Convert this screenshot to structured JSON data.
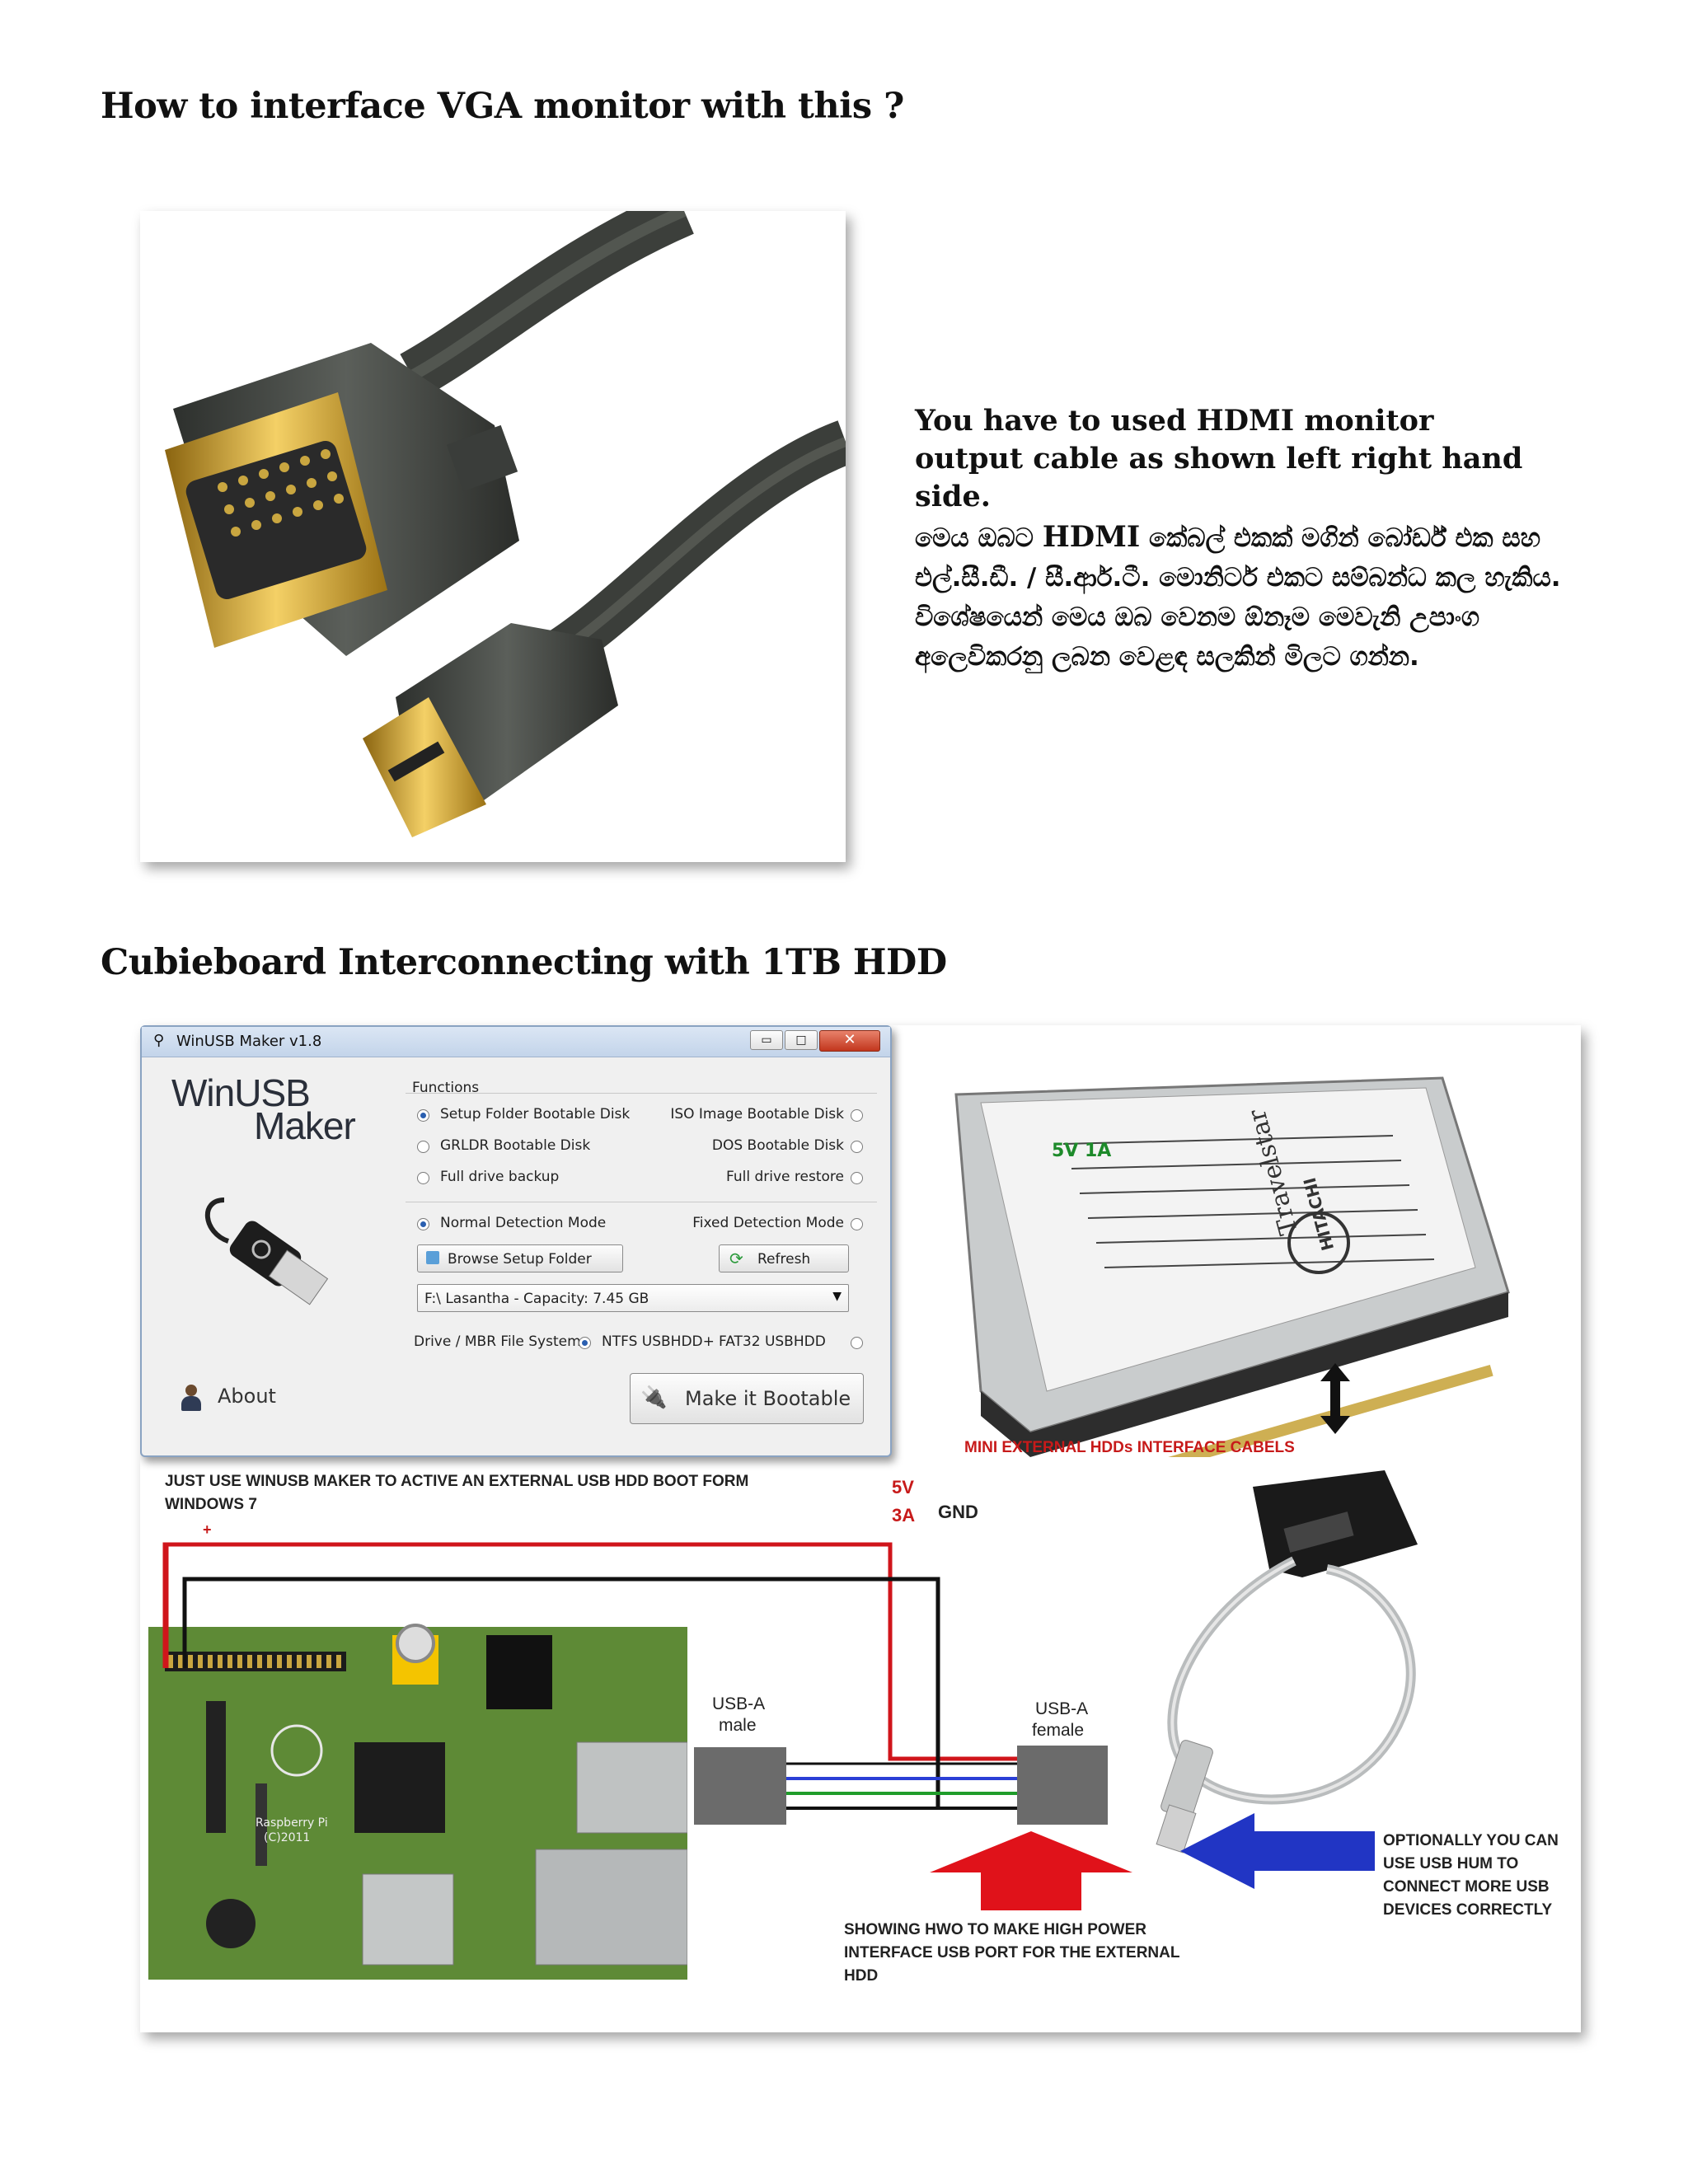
{
  "section1": {
    "heading": "How to interface VGA monitor with this ?",
    "english_text": "You have to used HDMI monitor output cable as shown left right hand side.",
    "sinhala_text_1": "මෙය ඔබට ",
    "sinhala_hdmi": "HDMI",
    "sinhala_text_2": " කේබල් එකක් මගින් බෝර්ඩ් එක සහ එල්.සී.ඩී. / සී.ආර්.ටී. මොනිටර් එකට සම්බන්ධ කල හැකිය. විශේෂයෙන් මෙය ඔබ වෙනම ඕනෑම මෙවැනි උපාංග අලෙවිකරනු ලබන වෙළඳ සලකින් මිලට ගන්න."
  },
  "section2": {
    "heading": "Cubieboard  Interconnecting with 1TB HDD"
  },
  "winusb": {
    "title": "WinUSB Maker v1.8",
    "logo_line1": "WinUSB",
    "logo_line2": "Maker",
    "functions_label": "Functions",
    "opt_setup_folder": "Setup Folder Bootable Disk",
    "opt_iso": "ISO Image Bootable Disk",
    "opt_grldr": "GRLDR Bootable Disk",
    "opt_dos": "DOS Bootable Disk",
    "opt_full_backup": "Full drive backup",
    "opt_full_restore": "Full drive restore",
    "opt_normal": "Normal Detection Mode",
    "opt_fixed": "Fixed Detection Mode",
    "browse_label": "Browse Setup Folder",
    "refresh_label": "Refresh",
    "drive_value": "F:\\ Lasantha - Capacity: 7.45 GB",
    "fs_label": "Drive / MBR File System:",
    "fs_ntfs": "NTFS USBHDD+",
    "fs_fat32": "FAT32 USBHDD",
    "about_label": "About",
    "make_bootable_label": "Make it Bootable"
  },
  "diagram": {
    "hdd_label": "5V 1A",
    "hdd_brand": "Travelstar",
    "hdd_maker": "HITACHI",
    "hdd_caption": "MINI EXTERNAL HDDs INTERFACE CABELS",
    "winusb_note": "JUST USE WINUSB MAKER TO ACTIVE AN EXTERNAL USB HDD BOOT FORM WINDOWS 7",
    "power_5v": "5V",
    "power_3a": "3A",
    "gnd": "GND",
    "plus": "+",
    "minus": "-",
    "usb_male_1": "USB-A",
    "usb_male_2": "male",
    "usb_female_1": "USB-A",
    "usb_female_2": "female",
    "red_arrow_caption": "SHOWING HWO TO MAKE HIGH POWER INTERFACE USB PORT FOR THE EXTERNAL HDD",
    "blue_arrow_caption": "OPTIONALLY YOU CAN USE USB HUM TO CONNECT MORE USB DEVICES CORRECTLY",
    "pi_label_1": "Raspberry Pi",
    "pi_label_2": "(C)2011"
  },
  "colors": {
    "wire_red": "#d0151b",
    "wire_black": "#111111",
    "wire_blue": "#2b3fd6",
    "wire_green": "#1f9c2a",
    "arrow_red": "#e0121a",
    "arrow_blue": "#2135c4",
    "caption_red": "#c71a1a"
  }
}
